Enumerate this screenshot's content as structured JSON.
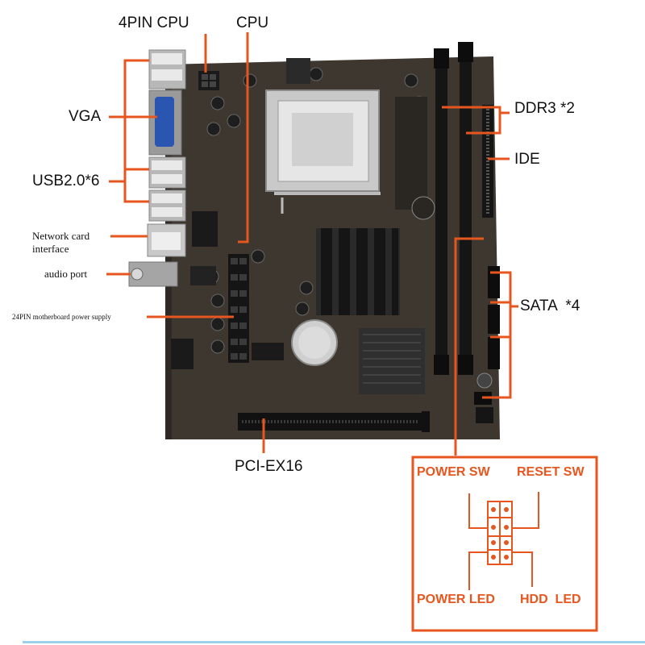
{
  "colors": {
    "leader_orange": "#e8561f",
    "board": "#3d3730",
    "board_dark": "#262220",
    "slot_black": "#151515",
    "heatsink": "#2a2a2a",
    "socket_silver": "#c9c9c9",
    "io_silver": "#b8b8b8",
    "vga_blue": "#2a55b0",
    "panel_text": "#e8561f"
  },
  "labels": {
    "cpu_4pin": "4PIN CPU",
    "cpu": "CPU",
    "vga": "VGA",
    "usb": "USB2.0*6",
    "network": "Network card\ninterface",
    "audio": "audio port",
    "power24": "24PIN motherboard power supply",
    "ddr3": "DDR3 *2",
    "ide": "IDE",
    "sata": "SATA  *4",
    "pcie": "PCI-EX16"
  },
  "front_panel": {
    "power_sw": "POWER SW",
    "reset_sw": "RESET SW",
    "power_led": "POWER LED",
    "hdd_led": "HDD  LED"
  }
}
